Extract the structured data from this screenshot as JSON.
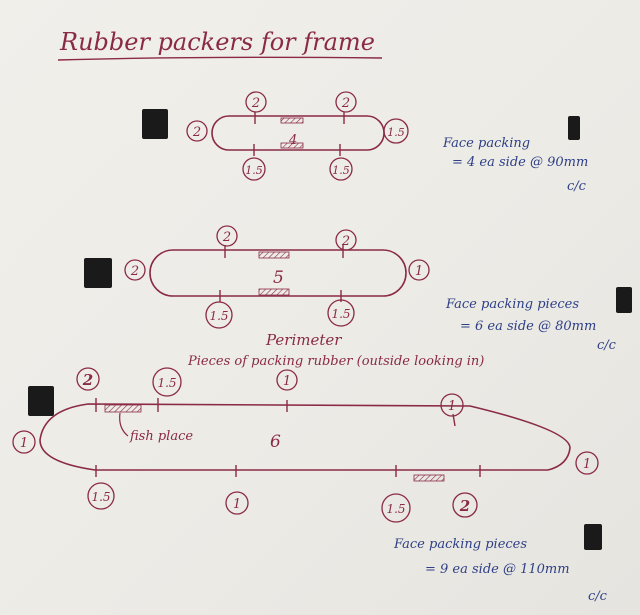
{
  "title": "Rubber packers for frame",
  "colors": {
    "paper": "#efeee9",
    "red_ink": "#8a2a44",
    "blue_ink": "#2e3f86",
    "rubber": "#1a1a1a"
  },
  "frame1": {
    "number": "4",
    "top_labels": [
      "2",
      "2"
    ],
    "bottom_labels": [
      "1.5",
      "1.5"
    ],
    "left_label": "2",
    "right_label": "1.5"
  },
  "frame2": {
    "number": "5",
    "top_labels": [
      "2",
      "2"
    ],
    "bottom_labels": [
      "1.5",
      "1.5"
    ],
    "left_label": "2",
    "right_label": "1"
  },
  "frame3": {
    "number": "6",
    "top_labels": [
      "2",
      "1.5",
      "1",
      "1"
    ],
    "bottom_labels": [
      "1.5",
      "1",
      "1.5",
      "2"
    ],
    "left_label": "1",
    "right_label": "1",
    "fish_plate": "fish place"
  },
  "perimeter": {
    "line1": "Perimeter",
    "line2": "Pieces of packing rubber (outside looking in)"
  },
  "notes": {
    "note1": {
      "line1": "Face packing",
      "line2": "= 4 ea side @ 90mm",
      "line3": "c/c"
    },
    "note2": {
      "line1": "Face packing pieces",
      "line2": "= 6 ea side @ 80mm",
      "line3": "c/c"
    },
    "note3": {
      "line1": "Face packing pieces",
      "line2": "= 9 ea side @ 110mm",
      "line3": "c/c"
    }
  }
}
